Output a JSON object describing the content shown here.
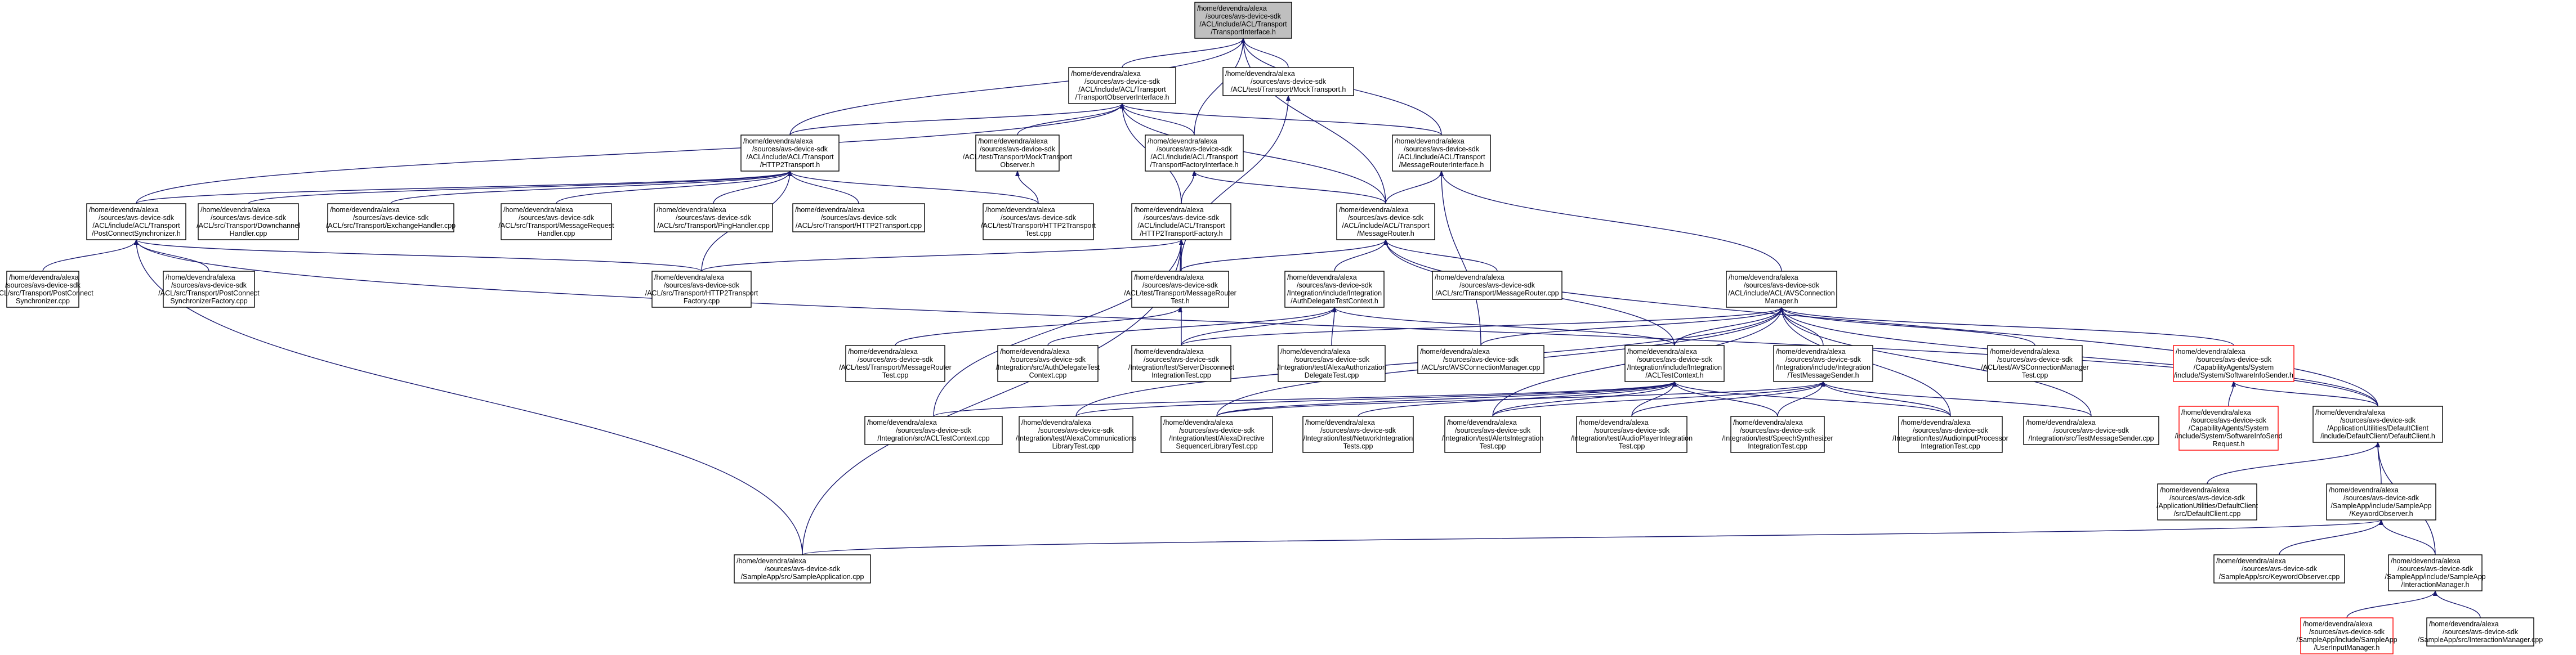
{
  "colors": {
    "edge": "#191970",
    "node_border": "#000000",
    "root_fill": "#bfbfbf",
    "missing_border": "#ff0000",
    "node_fill": "#ffffff"
  },
  "nodes": [
    {
      "id": "root",
      "lines": [
        "/home/devendra/alexa",
        "/sources/avs-device-sdk",
        "/ACL/include/ACL/Transport",
        "/TransportInterface.h"
      ],
      "root": true
    },
    {
      "id": "obs",
      "lines": [
        "/home/devendra/alexa",
        "/sources/avs-device-sdk",
        "/ACL/include/ACL/Transport",
        "/TransportObserverInterface.h"
      ]
    },
    {
      "id": "mocktr",
      "lines": [
        "/home/devendra/alexa",
        "/sources/avs-device-sdk",
        "/ACL/test/Transport/MockTransport.h"
      ]
    },
    {
      "id": "http2",
      "lines": [
        "/home/devendra/alexa",
        "/sources/avs-device-sdk",
        "/ACL/include/ACL/Transport",
        "/HTTP2Transport.h"
      ]
    },
    {
      "id": "mockobs",
      "lines": [
        "/home/devendra/alexa",
        "/sources/avs-device-sdk",
        "/ACL/test/Transport/MockTransport",
        "Observer.h"
      ]
    },
    {
      "id": "tfi",
      "lines": [
        "/home/devendra/alexa",
        "/sources/avs-device-sdk",
        "/ACL/include/ACL/Transport",
        "/TransportFactoryInterface.h"
      ]
    },
    {
      "id": "mri",
      "lines": [
        "/home/devendra/alexa",
        "/sources/avs-device-sdk",
        "/ACL/include/ACL/Transport",
        "/MessageRouterInterface.h"
      ]
    },
    {
      "id": "pcs",
      "lines": [
        "/home/devendra/alexa",
        "/sources/avs-device-sdk",
        "/ACL/include/ACL/Transport",
        "/PostConnectSynchronizer.h"
      ]
    },
    {
      "id": "downch",
      "lines": [
        "/home/devendra/alexa",
        "/sources/avs-device-sdk",
        "/ACL/src/Transport/Downchannel",
        "Handler.cpp"
      ]
    },
    {
      "id": "exch",
      "lines": [
        "/home/devendra/alexa",
        "/sources/avs-device-sdk",
        "/ACL/src/Transport/ExchangeHandler.cpp"
      ]
    },
    {
      "id": "msgreq",
      "lines": [
        "/home/devendra/alexa",
        "/sources/avs-device-sdk",
        "/ACL/src/Transport/MessageRequest",
        "Handler.cpp"
      ]
    },
    {
      "id": "ping",
      "lines": [
        "/home/devendra/alexa",
        "/sources/avs-device-sdk",
        "/ACL/src/Transport/PingHandler.cpp"
      ]
    },
    {
      "id": "http2cpp",
      "lines": [
        "/home/devendra/alexa",
        "/sources/avs-device-sdk",
        "/ACL/src/Transport/HTTP2Transport.cpp"
      ]
    },
    {
      "id": "http2test",
      "lines": [
        "/home/devendra/alexa",
        "/sources/avs-device-sdk",
        "/ACL/test/Transport/HTTP2Transport",
        "Test.cpp"
      ]
    },
    {
      "id": "http2fac",
      "lines": [
        "/home/devendra/alexa",
        "/sources/avs-device-sdk",
        "/ACL/include/ACL/Transport",
        "/HTTP2TransportFactory.h"
      ]
    },
    {
      "id": "mr",
      "lines": [
        "/home/devendra/alexa",
        "/sources/avs-device-sdk",
        "/ACL/include/ACL/Transport",
        "/MessageRouter.h"
      ]
    },
    {
      "id": "pcscpp",
      "lines": [
        "/home/devendra/alexa",
        "/sources/avs-device-sdk",
        "/ACL/src/Transport/PostConnect",
        "Synchronizer.cpp"
      ]
    },
    {
      "id": "pcsfac",
      "lines": [
        "/home/devendra/alexa",
        "/sources/avs-device-sdk",
        "/ACL/src/Transport/PostConnect",
        "SynchronizerFactory.cpp"
      ]
    },
    {
      "id": "http2faccpp",
      "lines": [
        "/home/devendra/alexa",
        "/sources/avs-device-sdk",
        "/ACL/src/Transport/HTTP2Transport",
        "Factory.cpp"
      ]
    },
    {
      "id": "mrtest",
      "lines": [
        "/home/devendra/alexa",
        "/sources/avs-device-sdk",
        "/ACL/test/Transport/MessageRouter",
        "Test.h"
      ]
    },
    {
      "id": "authdel",
      "lines": [
        "/home/devendra/alexa",
        "/sources/avs-device-sdk",
        "/Integration/include/Integration",
        "/AuthDelegateTestContext.h"
      ]
    },
    {
      "id": "mrcpp",
      "lines": [
        "/home/devendra/alexa",
        "/sources/avs-device-sdk",
        "/ACL/src/Transport/MessageRouter.cpp"
      ]
    },
    {
      "id": "avsconn",
      "lines": [
        "/home/devendra/alexa",
        "/sources/avs-device-sdk",
        "/ACL/include/ACL/AVSConnection",
        "Manager.h"
      ]
    },
    {
      "id": "swinfo",
      "lines": [
        "/home/devendra/alexa",
        "/sources/avs-device-sdk",
        "/CapabilityAgents/System",
        "/include/System/SoftwareInfoSender.h"
      ],
      "missing": true
    },
    {
      "id": "mrtestcpp",
      "lines": [
        "/home/devendra/alexa",
        "/sources/avs-device-sdk",
        "/ACL/test/Transport/MessageRouter",
        "Test.cpp"
      ]
    },
    {
      "id": "adtcctx",
      "lines": [
        "/home/devendra/alexa",
        "/sources/avs-device-sdk",
        "/Integration/src/AuthDelegateTest",
        "Context.cpp"
      ]
    },
    {
      "id": "servdisc",
      "lines": [
        "/home/devendra/alexa",
        "/sources/avs-device-sdk",
        "/Integration/test/ServerDisconnect",
        "IntegrationTest.cpp"
      ]
    },
    {
      "id": "alexaauth",
      "lines": [
        "/home/devendra/alexa",
        "/sources/avs-device-sdk",
        "/Integration/test/AlexaAuthorization",
        "DelegateTest.cpp"
      ]
    },
    {
      "id": "avsconncpp",
      "lines": [
        "/home/devendra/alexa",
        "/sources/avs-device-sdk",
        "/ACL/src/AVSConnectionManager.cpp"
      ]
    },
    {
      "id": "acltctx",
      "lines": [
        "/home/devendra/alexa",
        "/sources/avs-device-sdk",
        "/Integration/include/Integration",
        "/ACLTestContext.h"
      ]
    },
    {
      "id": "tmsgsender",
      "lines": [
        "/home/devendra/alexa",
        "/sources/avs-device-sdk",
        "/Integration/include/Integration",
        "/TestMessageSender.h"
      ]
    },
    {
      "id": "avsconntest",
      "lines": [
        "/home/devendra/alexa",
        "/sources/avs-device-sdk",
        "/ACL/test/AVSConnectionManager",
        "Test.cpp"
      ]
    },
    {
      "id": "swinfosend",
      "lines": [
        "/home/devendra/alexa",
        "/sources/avs-device-sdk",
        "/CapabilityAgents/System",
        "/include/System/SoftwareInfoSend",
        "Request.h"
      ],
      "missing": true
    },
    {
      "id": "dc",
      "lines": [
        "/home/devendra/alexa",
        "/sources/avs-device-sdk",
        "/ApplicationUtilities/DefaultClient",
        "/include/DefaultClient/DefaultClient.h"
      ]
    },
    {
      "id": "acltctxcpp",
      "lines": [
        "/home/devendra/alexa",
        "/sources/avs-device-sdk",
        "/Integration/src/ACLTestContext.cpp"
      ]
    },
    {
      "id": "alexacomm",
      "lines": [
        "/home/devendra/alexa",
        "/sources/avs-device-sdk",
        "/Integration/test/AlexaCommunications",
        "LibraryTest.cpp"
      ]
    },
    {
      "id": "alexadir",
      "lines": [
        "/home/devendra/alexa",
        "/sources/avs-device-sdk",
        "/Integration/test/AlexaDirective",
        "SequencerLibraryTest.cpp"
      ]
    },
    {
      "id": "netint",
      "lines": [
        "/home/devendra/alexa",
        "/sources/avs-device-sdk",
        "/Integration/test/NetworkIntegration",
        "Tests.cpp"
      ]
    },
    {
      "id": "authint",
      "lines": [
        "/home/devendra/alexa",
        "/sources/avs-device-sdk",
        "/Integration/test/AlertsIntegration",
        "Test.cpp"
      ]
    },
    {
      "id": "audioplay",
      "lines": [
        "/home/devendra/alexa",
        "/sources/avs-device-sdk",
        "/Integration/test/AudioPlayerIntegration",
        "Test.cpp"
      ]
    },
    {
      "id": "speechsynth",
      "lines": [
        "/home/devendra/alexa",
        "/sources/avs-device-sdk",
        "/Integration/test/SpeechSynthesizer",
        "IntegrationTest.cpp"
      ]
    },
    {
      "id": "audioinput",
      "lines": [
        "/home/devendra/alexa",
        "/sources/avs-device-sdk",
        "/Integration/test/AudioInputProcessor",
        "IntegrationTest.cpp"
      ]
    },
    {
      "id": "tmsgcpp",
      "lines": [
        "/home/devendra/alexa",
        "/sources/avs-device-sdk",
        "/Integration/src/TestMessageSender.cpp"
      ]
    },
    {
      "id": "dccpp",
      "lines": [
        "/home/devendra/alexa",
        "/sources/avs-device-sdk",
        "/ApplicationUtilities/DefaultClient",
        "/src/DefaultClient.cpp"
      ]
    },
    {
      "id": "kwobs",
      "lines": [
        "/home/devendra/alexa",
        "/sources/avs-device-sdk",
        "/SampleApp/include/SampleApp",
        "/KeywordObserver.h"
      ]
    },
    {
      "id": "sampleapp",
      "lines": [
        "/home/devendra/alexa",
        "/sources/avs-device-sdk",
        "/SampleApp/src/SampleApplication.cpp"
      ]
    },
    {
      "id": "kwobscpp",
      "lines": [
        "/home/devendra/alexa",
        "/sources/avs-device-sdk",
        "/SampleApp/src/KeywordObserver.cpp"
      ]
    },
    {
      "id": "intmgr",
      "lines": [
        "/home/devendra/alexa",
        "/sources/avs-device-sdk",
        "/SampleApp/include/SampleApp",
        "/InteractionManager.h"
      ]
    },
    {
      "id": "uinput",
      "lines": [
        "/home/devendra/alexa",
        "/sources/avs-device-sdk",
        "/SampleApp/include/SampleApp",
        "/UserInputManager.h"
      ],
      "missing": true
    },
    {
      "id": "intmgrcpp",
      "lines": [
        "/home/devendra/alexa",
        "/sources/avs-device-sdk",
        "/SampleApp/src/InteractionManager.cpp"
      ]
    }
  ],
  "edges": [
    [
      "obs",
      "root"
    ],
    [
      "mocktr",
      "root"
    ],
    [
      "http2",
      "root"
    ],
    [
      "tfi",
      "root"
    ],
    [
      "mri",
      "root"
    ],
    [
      "mr",
      "root"
    ],
    [
      "http2",
      "obs"
    ],
    [
      "mockobs",
      "obs"
    ],
    [
      "tfi",
      "obs"
    ],
    [
      "mri",
      "obs"
    ],
    [
      "pcs",
      "obs"
    ],
    [
      "mr",
      "obs"
    ],
    [
      "http2fac",
      "obs"
    ],
    [
      "pcs",
      "http2"
    ],
    [
      "downch",
      "http2"
    ],
    [
      "exch",
      "http2"
    ],
    [
      "msgreq",
      "http2"
    ],
    [
      "ping",
      "http2"
    ],
    [
      "http2cpp",
      "http2"
    ],
    [
      "http2test",
      "http2"
    ],
    [
      "http2faccpp",
      "http2"
    ],
    [
      "http2test",
      "mockobs"
    ],
    [
      "http2fac",
      "tfi"
    ],
    [
      "mr",
      "tfi"
    ],
    [
      "mr",
      "mri"
    ],
    [
      "avsconn",
      "mri"
    ],
    [
      "avsconncpp",
      "mri"
    ],
    [
      "pcscpp",
      "pcs"
    ],
    [
      "pcsfac",
      "pcs"
    ],
    [
      "http2faccpp",
      "pcs"
    ],
    [
      "sampleapp",
      "pcs"
    ],
    [
      "dc",
      "pcs"
    ],
    [
      "http2faccpp",
      "http2fac"
    ],
    [
      "acltctxcpp",
      "http2fac"
    ],
    [
      "servdisc",
      "http2fac"
    ],
    [
      "sampleapp",
      "http2fac"
    ],
    [
      "mrtest",
      "http2fac"
    ],
    [
      "mrtest",
      "mr"
    ],
    [
      "authdel",
      "mr"
    ],
    [
      "mrcpp",
      "mr"
    ],
    [
      "acltctx",
      "mr"
    ],
    [
      "dc",
      "mr"
    ],
    [
      "mrtest",
      "mocktr"
    ],
    [
      "mrtestcpp",
      "mrtest"
    ],
    [
      "adtcctx",
      "authdel"
    ],
    [
      "servdisc",
      "authdel"
    ],
    [
      "alexaauth",
      "authdel"
    ],
    [
      "acltctx",
      "authdel"
    ],
    [
      "avsconncpp",
      "avsconn"
    ],
    [
      "acltctx",
      "avsconn"
    ],
    [
      "tmsgsender",
      "avsconn"
    ],
    [
      "avsconntest",
      "avsconn"
    ],
    [
      "swinfo",
      "avsconn"
    ],
    [
      "dc",
      "avsconn"
    ],
    [
      "servdisc",
      "avsconn"
    ],
    [
      "alexacomm",
      "avsconn"
    ],
    [
      "alexadir",
      "avsconn"
    ],
    [
      "tmsgcpp",
      "avsconn"
    ],
    [
      "audioinput",
      "avsconn"
    ],
    [
      "authint",
      "avsconn"
    ],
    [
      "swinfosend",
      "swinfo"
    ],
    [
      "dc",
      "swinfo"
    ],
    [
      "acltctxcpp",
      "acltctx"
    ],
    [
      "alexacomm",
      "acltctx"
    ],
    [
      "alexadir",
      "acltctx"
    ],
    [
      "netint",
      "acltctx"
    ],
    [
      "authint",
      "acltctx"
    ],
    [
      "audioplay",
      "acltctx"
    ],
    [
      "speechsynth",
      "acltctx"
    ],
    [
      "audioinput",
      "acltctx"
    ],
    [
      "alexadir",
      "tmsgsender"
    ],
    [
      "authint",
      "tmsgsender"
    ],
    [
      "audioplay",
      "tmsgsender"
    ],
    [
      "speechsynth",
      "tmsgsender"
    ],
    [
      "audioinput",
      "tmsgsender"
    ],
    [
      "tmsgcpp",
      "tmsgsender"
    ],
    [
      "dccpp",
      "dc"
    ],
    [
      "kwobs",
      "dc"
    ],
    [
      "intmgr",
      "dc"
    ],
    [
      "sampleapp",
      "kwobs"
    ],
    [
      "kwobscpp",
      "kwobs"
    ],
    [
      "intmgr",
      "kwobs"
    ],
    [
      "uinput",
      "intmgr"
    ],
    [
      "intmgrcpp",
      "intmgr"
    ]
  ]
}
